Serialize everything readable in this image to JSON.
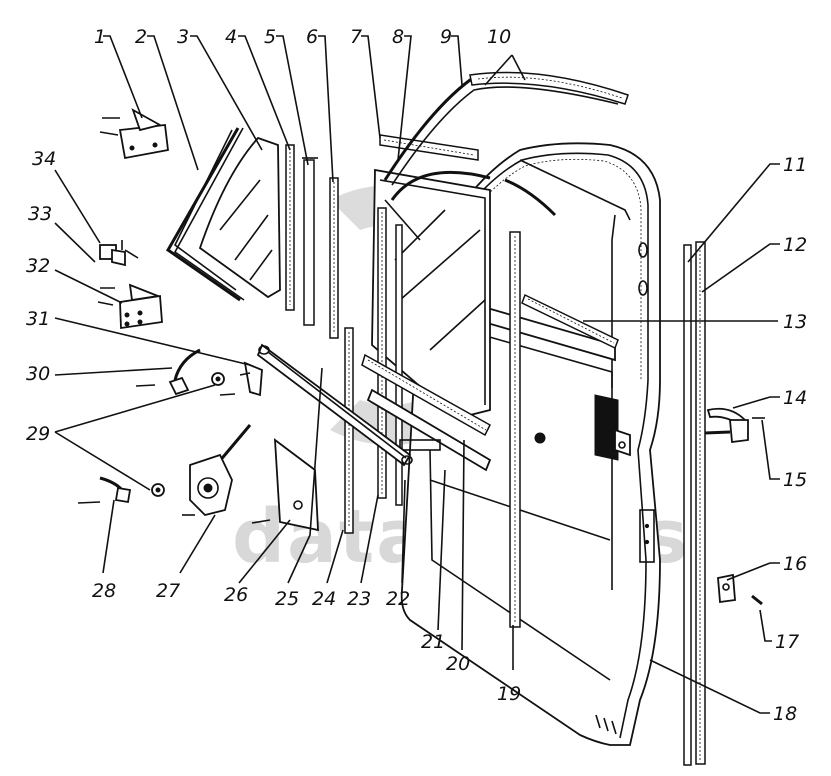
{
  "diagram": {
    "title": "Door assembly exploded view",
    "watermark": {
      "text": "data-parts",
      "color": "#d8d8d8"
    },
    "colors": {
      "line": "#111111",
      "background": "#ffffff"
    },
    "callouts": [
      {
        "id": "1",
        "label": "1"
      },
      {
        "id": "2",
        "label": "2"
      },
      {
        "id": "3",
        "label": "3"
      },
      {
        "id": "4",
        "label": "4"
      },
      {
        "id": "5",
        "label": "5"
      },
      {
        "id": "6",
        "label": "6"
      },
      {
        "id": "7",
        "label": "7"
      },
      {
        "id": "8",
        "label": "8"
      },
      {
        "id": "9",
        "label": "9"
      },
      {
        "id": "10",
        "label": "10"
      },
      {
        "id": "11",
        "label": "11"
      },
      {
        "id": "12",
        "label": "12"
      },
      {
        "id": "13",
        "label": "13"
      },
      {
        "id": "14",
        "label": "14"
      },
      {
        "id": "15",
        "label": "15"
      },
      {
        "id": "16",
        "label": "16"
      },
      {
        "id": "17",
        "label": "17"
      },
      {
        "id": "18",
        "label": "18"
      },
      {
        "id": "19",
        "label": "19"
      },
      {
        "id": "20",
        "label": "20"
      },
      {
        "id": "21",
        "label": "21"
      },
      {
        "id": "22",
        "label": "22"
      },
      {
        "id": "23",
        "label": "23"
      },
      {
        "id": "24",
        "label": "24"
      },
      {
        "id": "25",
        "label": "25"
      },
      {
        "id": "26",
        "label": "26"
      },
      {
        "id": "27",
        "label": "27"
      },
      {
        "id": "28",
        "label": "28"
      },
      {
        "id": "29",
        "label": "29"
      },
      {
        "id": "30",
        "label": "30"
      },
      {
        "id": "31",
        "label": "31"
      },
      {
        "id": "32",
        "label": "32"
      },
      {
        "id": "33",
        "label": "33"
      },
      {
        "id": "34",
        "label": "34"
      }
    ]
  }
}
